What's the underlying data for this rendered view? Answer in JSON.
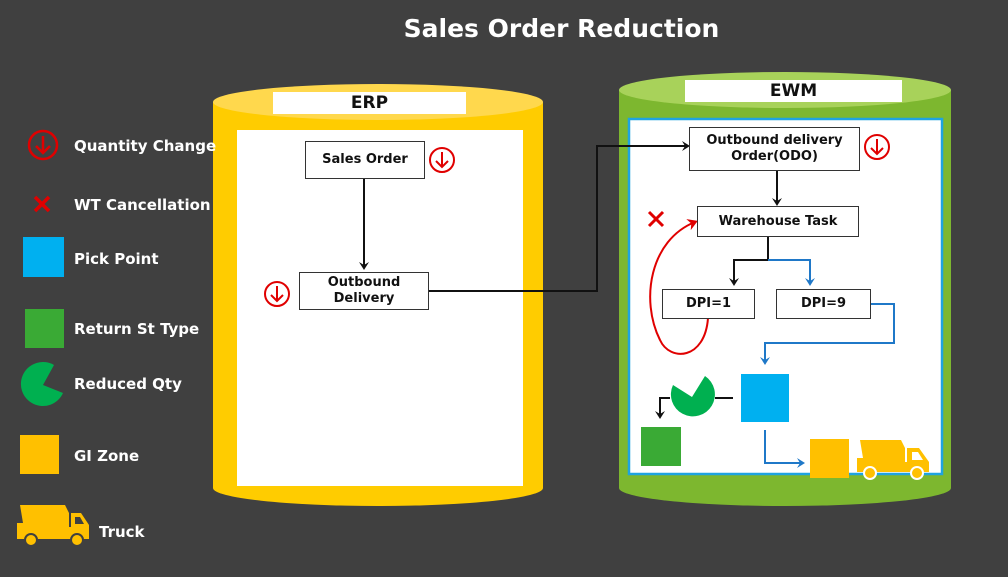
{
  "title": "Sales Order Reduction",
  "colors": {
    "background": "#404040",
    "erp": "#FFCC00",
    "ewm": "#7DB72F",
    "pick_point": "#00B0F0",
    "return_st_type": "#3AAA35",
    "reduced_qty": "#00B050",
    "gi_zone": "#FFC000",
    "truck": "#FFC000",
    "quantity_change": "#E00000",
    "flow_blue": "#1F78C8"
  },
  "legend": [
    {
      "icon": "quantity-change-icon",
      "label": "Quantity Change"
    },
    {
      "icon": "wt-cancellation-icon",
      "label": "WT Cancellation"
    },
    {
      "icon": "pick-point-icon",
      "label": "Pick Point"
    },
    {
      "icon": "return-st-type-icon",
      "label": "Return St  Type"
    },
    {
      "icon": "reduced-qty-icon",
      "label": "Reduced Qty"
    },
    {
      "icon": "gi-zone-icon",
      "label": "GI Zone"
    },
    {
      "icon": "truck-icon",
      "label": "Truck"
    }
  ],
  "erp": {
    "label": "ERP",
    "sales_order": "Sales Order",
    "outbound_delivery": "Outbound Delivery"
  },
  "ewm": {
    "label": "EWM",
    "odo": "Outbound delivery Order(ODO)",
    "warehouse_task": "Warehouse Task",
    "dpi1": "DPI=1",
    "dpi9": "DPI=9"
  }
}
